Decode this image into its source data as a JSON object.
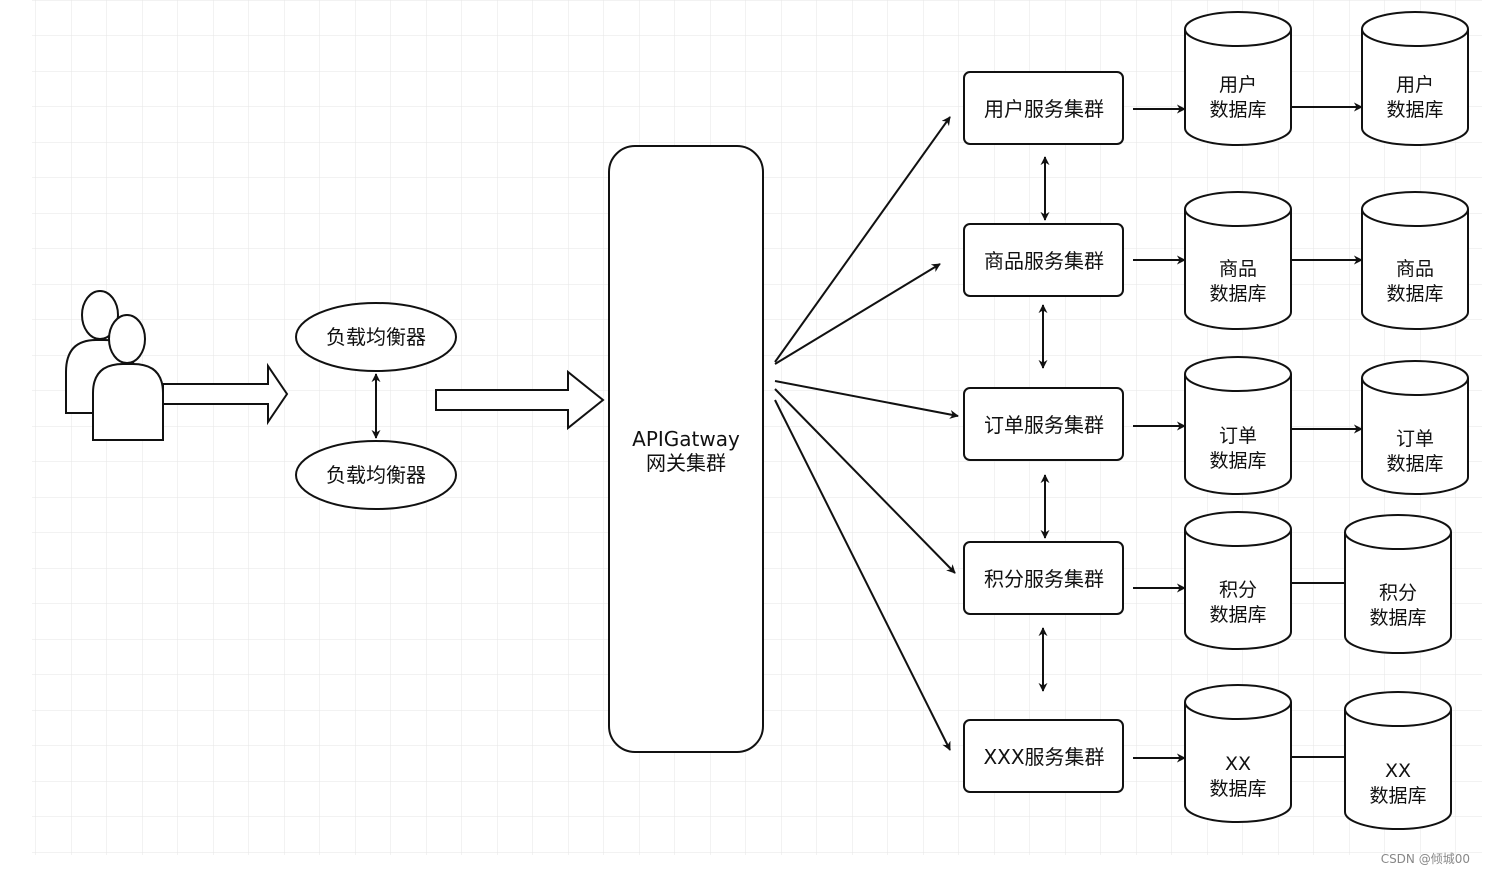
{
  "nodes": {
    "lb1": "负载均衡器",
    "lb2": "负载均衡器",
    "gateway_line1": "APIGatway",
    "gateway_line2": "网关集群"
  },
  "services": [
    {
      "label": "用户服务集群"
    },
    {
      "label": "商品服务集群"
    },
    {
      "label": "订单服务集群"
    },
    {
      "label": "积分服务集群"
    },
    {
      "label": "XXX服务集群"
    }
  ],
  "databases": [
    {
      "a_top": "用户",
      "a_bottom": "数据库",
      "b_top": "用户",
      "b_bottom": "数据库"
    },
    {
      "a_top": "商品",
      "a_bottom": "数据库",
      "b_top": "商品",
      "b_bottom": "数据库"
    },
    {
      "a_top": "订单",
      "a_bottom": "数据库",
      "b_top": "订单",
      "b_bottom": "数据库"
    },
    {
      "a_top": "积分",
      "a_bottom": "数据库",
      "b_top": "积分",
      "b_bottom": "数据库"
    },
    {
      "a_top": "XX",
      "a_bottom": "数据库",
      "b_top": "XX",
      "b_bottom": "数据库"
    }
  ],
  "watermark": "CSDN @倾城00"
}
